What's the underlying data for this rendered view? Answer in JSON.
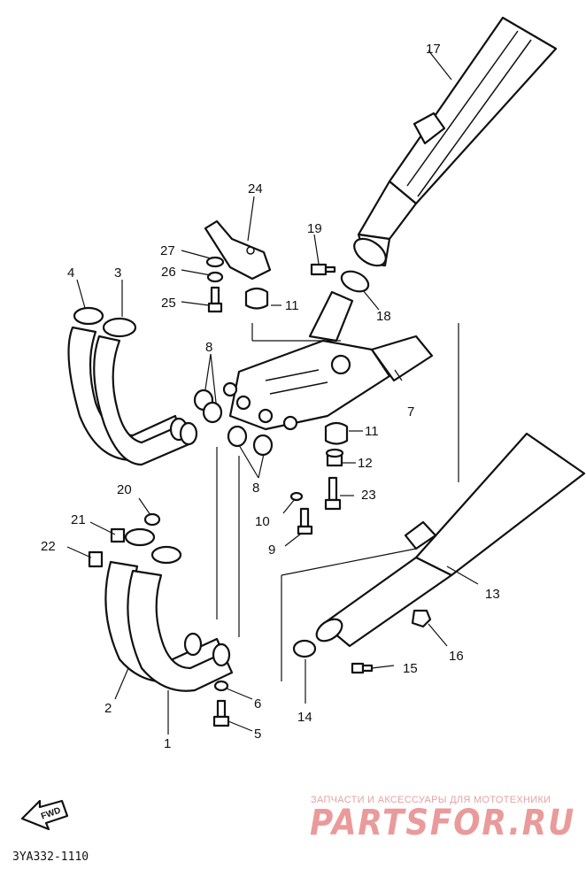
{
  "diagram": {
    "callouts": [
      {
        "id": "1",
        "label": "1"
      },
      {
        "id": "2",
        "label": "2"
      },
      {
        "id": "3",
        "label": "3"
      },
      {
        "id": "4",
        "label": "4"
      },
      {
        "id": "5",
        "label": "5"
      },
      {
        "id": "6",
        "label": "6"
      },
      {
        "id": "7",
        "label": "7"
      },
      {
        "id": "8a",
        "label": "8"
      },
      {
        "id": "8b",
        "label": "8"
      },
      {
        "id": "9",
        "label": "9"
      },
      {
        "id": "10",
        "label": "10"
      },
      {
        "id": "11a",
        "label": "11"
      },
      {
        "id": "11b",
        "label": "11"
      },
      {
        "id": "12",
        "label": "12"
      },
      {
        "id": "13",
        "label": "13"
      },
      {
        "id": "14",
        "label": "14"
      },
      {
        "id": "15",
        "label": "15"
      },
      {
        "id": "16",
        "label": "16"
      },
      {
        "id": "17",
        "label": "17"
      },
      {
        "id": "18",
        "label": "18"
      },
      {
        "id": "19",
        "label": "19"
      },
      {
        "id": "20",
        "label": "20"
      },
      {
        "id": "21",
        "label": "21"
      },
      {
        "id": "22",
        "label": "22"
      },
      {
        "id": "23",
        "label": "23"
      },
      {
        "id": "24",
        "label": "24"
      },
      {
        "id": "25",
        "label": "25"
      },
      {
        "id": "26",
        "label": "26"
      },
      {
        "id": "27",
        "label": "27"
      }
    ],
    "fwd_label": "FWD",
    "diagram_code": "3YA332-1110"
  },
  "watermark": {
    "caption": "ЗАПЧАСТИ И АКСЕССУАРЫ ДЛЯ МОТОТЕХНИКИ",
    "brand": "PARTSFOR.RU"
  }
}
